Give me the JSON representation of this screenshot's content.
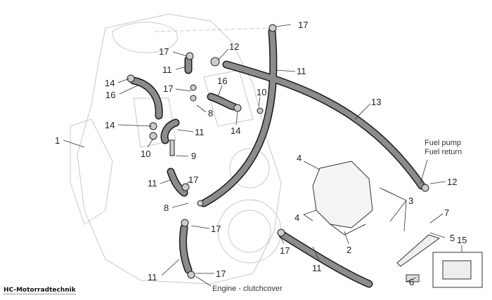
{
  "watermark": "HC-Motorradtechnik",
  "notes": {
    "fuel_pump": "Fuel pump",
    "fuel_return": "Fuel return",
    "engine_clutchcover": "Engine - clutchcover"
  },
  "callouts": [
    "17",
    "12",
    "17",
    "11",
    "11",
    "14",
    "16",
    "17",
    "16",
    "10",
    "8",
    "13",
    "14",
    "11",
    "14",
    "1",
    "10",
    "9",
    "4",
    "11",
    "17",
    "12",
    "3",
    "8",
    "4",
    "7",
    "17",
    "5",
    "2",
    "15",
    "17",
    "11",
    "17",
    "11",
    "6"
  ],
  "colors": {
    "hose_fill": "#8c8c8c",
    "hose_outline": "#1a1a1a",
    "engine_lines": "#c8c8c8"
  }
}
